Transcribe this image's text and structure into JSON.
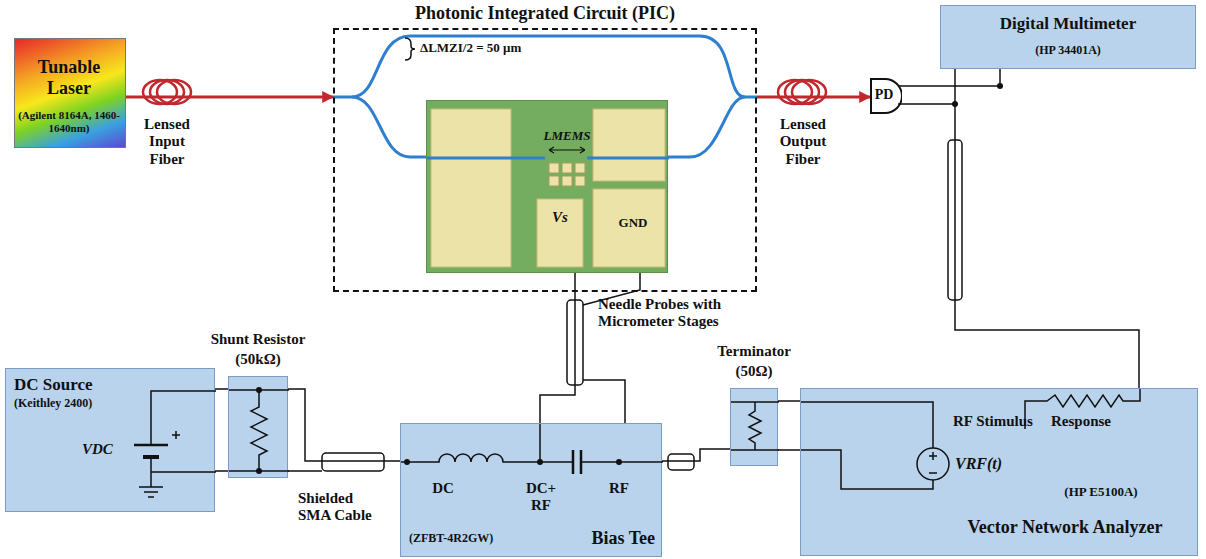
{
  "diagram": {
    "nodes": [
      {
        "text": [
          "Tunable Laser",
          "(Agilent 8164A, 1460-1640nm)"
        ]
      },
      {
        "text": [
          "Photonic Integrated Circuit (PIC)"
        ]
      },
      {
        "text": [
          "LMEMS",
          "Vs",
          "GND"
        ],
        "in": 1
      },
      {
        "text": [
          "PD"
        ]
      },
      {
        "text": [
          "Digital Multimeter",
          "(HP 34401A)"
        ]
      },
      {
        "text": [
          "DC Source",
          "(Keithley 2400)",
          "VDC"
        ]
      },
      {
        "text": [
          "Shunt Resistor",
          "(50kΩ)"
        ]
      },
      {
        "text": [
          "DC",
          "DC+ RF",
          "RF",
          "(ZFBT-4R2GW)",
          "Bias Tee"
        ]
      },
      {
        "text": [
          "Terminator",
          "(50Ω)"
        ]
      },
      {
        "text": [
          "RF Stimulus",
          "VRF(t)",
          "Response",
          "(HP E5100A)",
          "Vector Network Analyzer"
        ]
      }
    ],
    "edges": [
      {
        "from": 0,
        "to": 1,
        "arrow": "to",
        "label": "Lensed Input Fiber"
      },
      {
        "from": 1,
        "to": 3,
        "arrow": "to",
        "label": "Lensed Output Fiber"
      },
      {
        "from": 3,
        "to": 4,
        "arrow": "none"
      },
      {
        "from": 3,
        "to": 9,
        "arrow": "none"
      },
      {
        "from": 5,
        "to": 6,
        "arrow": "none"
      },
      {
        "from": 6,
        "to": 7,
        "arrow": "none",
        "label": "Shielded SMA Cable"
      },
      {
        "from": 7,
        "to": 2,
        "arrow": "none",
        "label": "Needle Probes with Micrometer Stages"
      },
      {
        "from": 7,
        "to": 8,
        "arrow": "none"
      },
      {
        "from": 8,
        "to": 9,
        "arrow": "none"
      }
    ],
    "labels": [
      "ΔLMZI/2 = 50 μm"
    ]
  }
}
